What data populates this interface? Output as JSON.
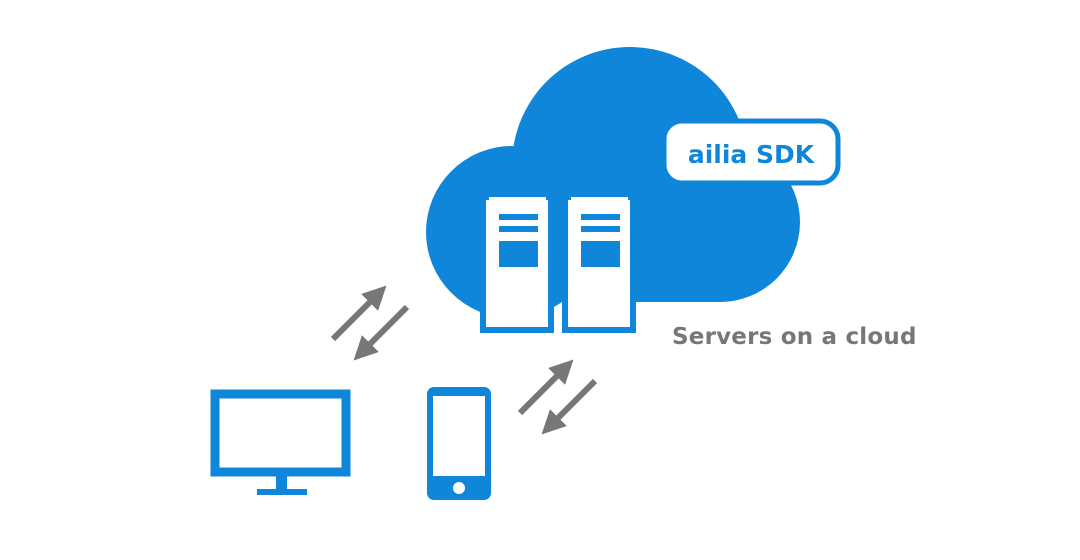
{
  "diagram": {
    "badge": {
      "label": "ailia SDK"
    },
    "caption": "Servers on a cloud",
    "nodes": [
      {
        "id": "cloud",
        "icon": "cloud-icon",
        "contains": [
          "server-1",
          "server-2",
          "ailia-sdk-badge"
        ]
      },
      {
        "id": "server-1",
        "icon": "server-icon"
      },
      {
        "id": "server-2",
        "icon": "server-icon"
      },
      {
        "id": "desktop",
        "icon": "monitor-icon"
      },
      {
        "id": "smartphone",
        "icon": "smartphone-icon"
      }
    ],
    "connections": [
      {
        "from": "desktop",
        "to": "cloud",
        "direction": "bidirectional"
      },
      {
        "from": "smartphone",
        "to": "cloud",
        "direction": "bidirectional"
      }
    ],
    "colors": {
      "primary": "#0f86d9",
      "arrow": "#777777",
      "background": "#ffffff"
    }
  }
}
